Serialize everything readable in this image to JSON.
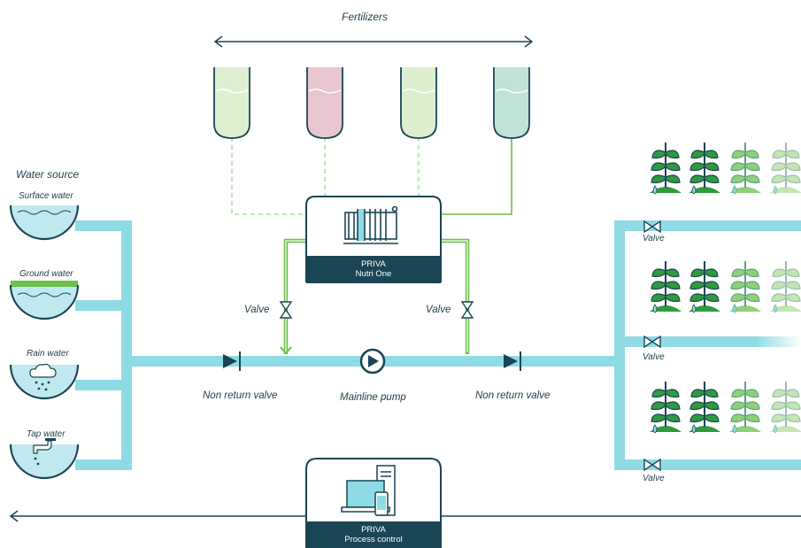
{
  "fertilizers": {
    "label": "Fertilizers",
    "tanks": [
      {
        "name": "tank-1",
        "color": "#dff0d2"
      },
      {
        "name": "tank-2",
        "color": "#e8c6cf"
      },
      {
        "name": "tank-3",
        "color": "#ddefcf"
      },
      {
        "name": "tank-4",
        "color": "#bfe3d8"
      }
    ]
  },
  "water_source": {
    "title": "Water source",
    "sources": [
      {
        "label": "Surface water"
      },
      {
        "label": "Ground water"
      },
      {
        "label": "Rain water"
      },
      {
        "label": "Tap water"
      }
    ]
  },
  "nutri_box": {
    "line1": "PRIVA",
    "line2": "Nutri One"
  },
  "process_box": {
    "line1": "PRIVA",
    "line2": "Process control"
  },
  "labels": {
    "valve_left": "Valve",
    "valve_right": "Valve",
    "non_return_left": "Non return valve",
    "non_return_right": "Non return valve",
    "mainline_pump": "Mainline pump",
    "valve_row1": "Valve",
    "valve_row2": "Valve",
    "valve_row3": "Valve"
  },
  "colors": {
    "pipe": "#8fdbe5",
    "dark": "#1a4555",
    "green": "#6cc24a",
    "water": "#bfe9ef"
  }
}
